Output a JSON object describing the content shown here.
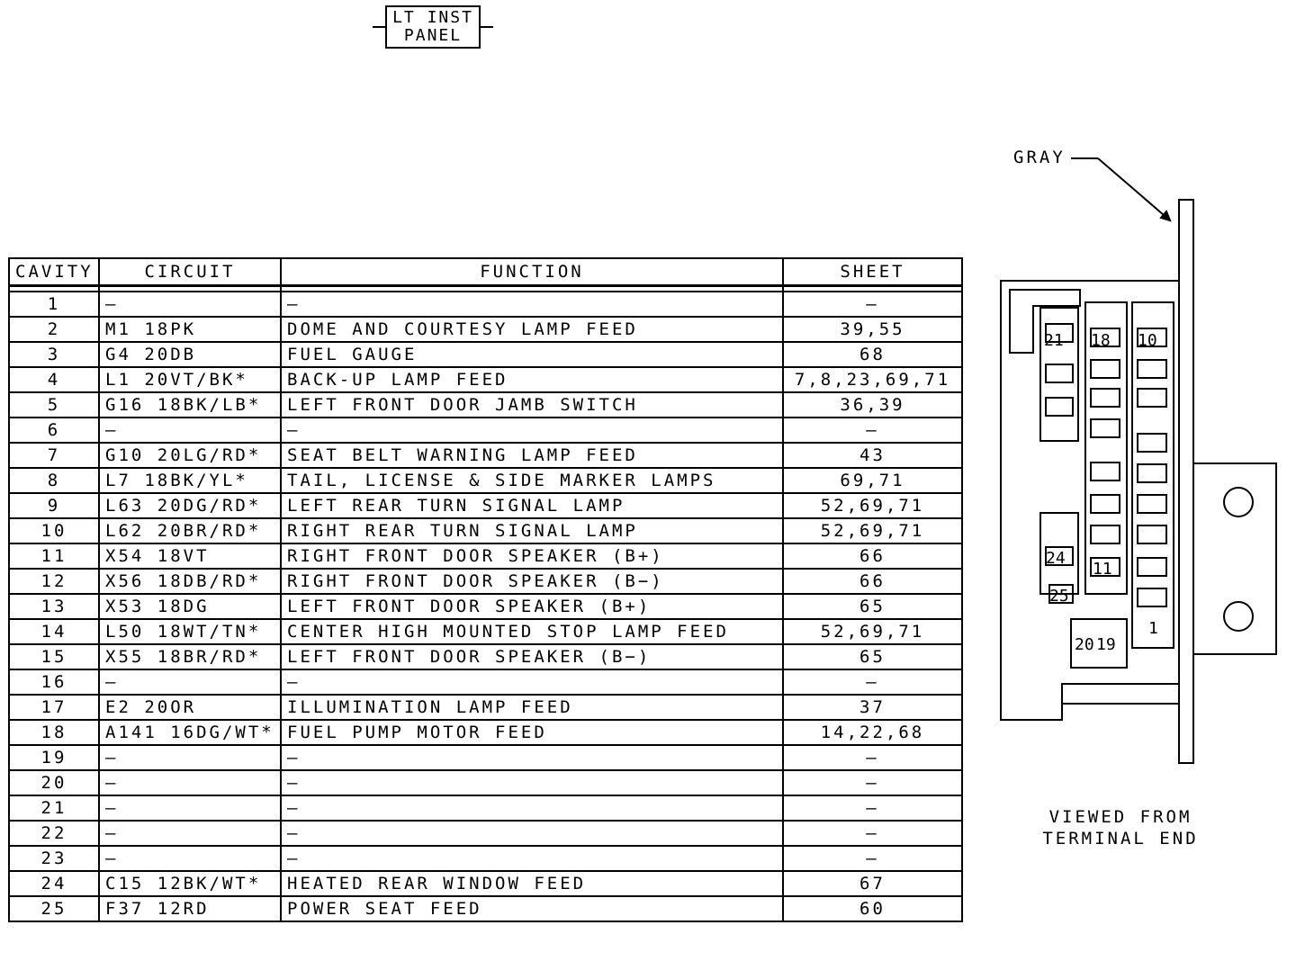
{
  "header": {
    "title_line1": "LT INST",
    "title_line2": "PANEL"
  },
  "table": {
    "columns": [
      "CAVITY",
      "CIRCUIT",
      "FUNCTION",
      "SHEET"
    ],
    "rows": [
      {
        "cavity": "1",
        "circuit": "—",
        "function": "—",
        "sheet": "—"
      },
      {
        "cavity": "2",
        "circuit": "M1 18PK",
        "function": "DOME AND COURTESY LAMP FEED",
        "sheet": "39,55"
      },
      {
        "cavity": "3",
        "circuit": "G4 20DB",
        "function": "FUEL GAUGE",
        "sheet": "68"
      },
      {
        "cavity": "4",
        "circuit": "L1 20VT/BK*",
        "function": "BACK-UP LAMP FEED",
        "sheet": "7,8,23,69,71"
      },
      {
        "cavity": "5",
        "circuit": "G16 18BK/LB*",
        "function": "LEFT FRONT DOOR JAMB SWITCH",
        "sheet": "36,39"
      },
      {
        "cavity": "6",
        "circuit": "—",
        "function": "—",
        "sheet": "—"
      },
      {
        "cavity": "7",
        "circuit": "G10 20LG/RD*",
        "function": "SEAT BELT WARNING LAMP FEED",
        "sheet": "43"
      },
      {
        "cavity": "8",
        "circuit": "L7 18BK/YL*",
        "function": "TAIL, LICENSE & SIDE MARKER LAMPS",
        "sheet": "69,71"
      },
      {
        "cavity": "9",
        "circuit": "L63 20DG/RD*",
        "function": "LEFT REAR TURN SIGNAL LAMP",
        "sheet": "52,69,71"
      },
      {
        "cavity": "10",
        "circuit": "L62 20BR/RD*",
        "function": "RIGHT REAR TURN SIGNAL LAMP",
        "sheet": "52,69,71"
      },
      {
        "cavity": "11",
        "circuit": "X54 18VT",
        "function": "RIGHT FRONT DOOR SPEAKER (B+)",
        "sheet": "66"
      },
      {
        "cavity": "12",
        "circuit": "X56 18DB/RD*",
        "function": "RIGHT FRONT DOOR SPEAKER (B−)",
        "sheet": "66"
      },
      {
        "cavity": "13",
        "circuit": "X53 18DG",
        "function": "LEFT FRONT DOOR SPEAKER (B+)",
        "sheet": "65"
      },
      {
        "cavity": "14",
        "circuit": "L50 18WT/TN*",
        "function": "CENTER HIGH MOUNTED STOP LAMP FEED",
        "sheet": "52,69,71"
      },
      {
        "cavity": "15",
        "circuit": "X55 18BR/RD*",
        "function": "LEFT FRONT DOOR SPEAKER (B−)",
        "sheet": "65"
      },
      {
        "cavity": "16",
        "circuit": "—",
        "function": "—",
        "sheet": "—"
      },
      {
        "cavity": "17",
        "circuit": "E2 20OR",
        "function": "ILLUMINATION LAMP FEED",
        "sheet": "37"
      },
      {
        "cavity": "18",
        "circuit": "A141 16DG/WT*",
        "function": "FUEL PUMP MOTOR FEED",
        "sheet": "14,22,68"
      },
      {
        "cavity": "19",
        "circuit": "—",
        "function": "—",
        "sheet": "—"
      },
      {
        "cavity": "20",
        "circuit": "—",
        "function": "—",
        "sheet": "—"
      },
      {
        "cavity": "21",
        "circuit": "—",
        "function": "—",
        "sheet": "—"
      },
      {
        "cavity": "22",
        "circuit": "—",
        "function": "—",
        "sheet": "—"
      },
      {
        "cavity": "23",
        "circuit": "—",
        "function": "—",
        "sheet": "—"
      },
      {
        "cavity": "24",
        "circuit": "C15 12BK/WT*",
        "function": "HEATED REAR WINDOW FEED",
        "sheet": "67"
      },
      {
        "cavity": "25",
        "circuit": "F37 12RD",
        "function": "POWER SEAT FEED",
        "sheet": "60"
      }
    ]
  },
  "connector": {
    "color_label": "GRAY",
    "view_note_line1": "VIEWED FROM",
    "view_note_line2": "TERMINAL END",
    "cavity_labels": [
      "21",
      "18",
      "10",
      "24",
      "11",
      "25",
      "20",
      "19",
      "1"
    ]
  }
}
